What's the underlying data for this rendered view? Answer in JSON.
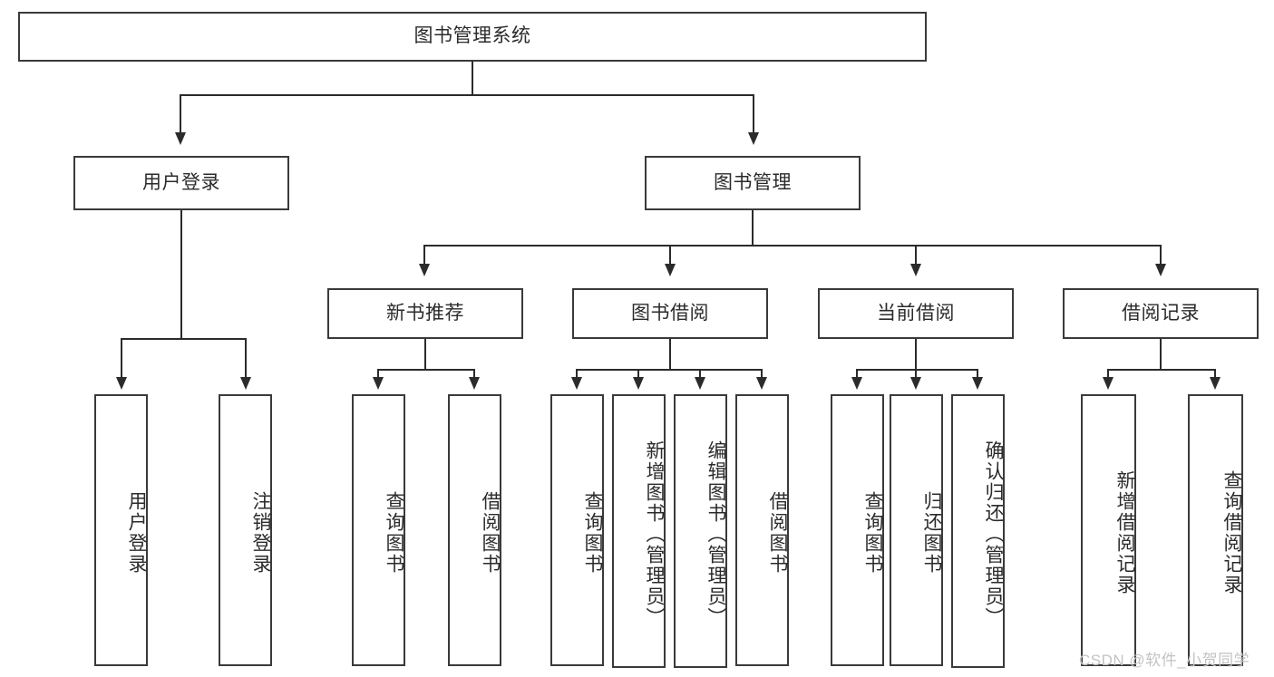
{
  "diagram": {
    "type": "hierarchy-tree",
    "title": "图书管理系统",
    "root": {
      "id": "root",
      "label": "图书管理系统",
      "level": 0
    },
    "level1": [
      {
        "id": "user-login",
        "label": "用户登录"
      },
      {
        "id": "book-management",
        "label": "图书管理"
      }
    ],
    "level2": [
      {
        "id": "new-book-recommend",
        "label": "新书推荐",
        "parent": "book-management"
      },
      {
        "id": "book-borrow",
        "label": "图书借阅",
        "parent": "book-management"
      },
      {
        "id": "current-borrow",
        "label": "当前借阅",
        "parent": "book-management"
      },
      {
        "id": "borrow-record",
        "label": "借阅记录",
        "parent": "book-management"
      }
    ],
    "leaves": {
      "user_login": [
        {
          "id": "leaf-user-login",
          "label": "用户登录"
        },
        {
          "id": "leaf-user-logout",
          "label": "注销登录"
        }
      ],
      "new_book_recommend": [
        {
          "id": "leaf-query-book-1",
          "label": "查询图书"
        },
        {
          "id": "leaf-borrow-book-1",
          "label": "借阅图书"
        }
      ],
      "book_borrow": [
        {
          "id": "leaf-query-book-2",
          "label": "查询图书"
        },
        {
          "id": "leaf-add-book",
          "label": "新增图书（管理员）"
        },
        {
          "id": "leaf-edit-book",
          "label": "编辑图书（管理员）"
        },
        {
          "id": "leaf-borrow-book-2",
          "label": "借阅图书"
        }
      ],
      "current_borrow": [
        {
          "id": "leaf-query-book-3",
          "label": "查询图书"
        },
        {
          "id": "leaf-return-book",
          "label": "归还图书"
        },
        {
          "id": "leaf-confirm-return",
          "label": "确认归还（管理员）"
        }
      ],
      "borrow_record": [
        {
          "id": "leaf-add-record",
          "label": "新增借阅记录"
        },
        {
          "id": "leaf-query-record",
          "label": "查询借阅记录"
        }
      ]
    }
  },
  "watermark": {
    "text": "CSDN @软件_小贺同学"
  },
  "colors": {
    "border": "#3a3a3a",
    "connector": "#2b2b2b",
    "text": "#2b2b2b",
    "background": "#ffffff",
    "watermark": "#c3c3c3"
  }
}
